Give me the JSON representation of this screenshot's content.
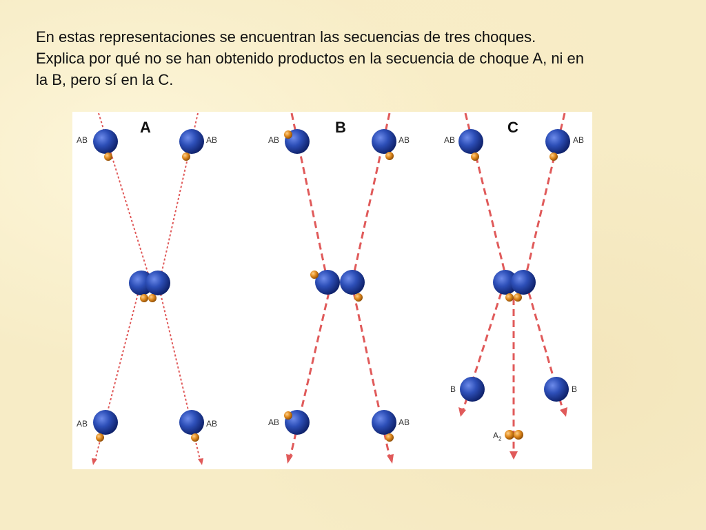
{
  "question": {
    "line1": "En estas representaciones se encuentran las secuencias de tres choques.",
    "line2": "Explica por qué no se han obtenido productos en la secuencia de choque A, ni en",
    "line3": "la B, pero sí en la C."
  },
  "diagram": {
    "panels": [
      {
        "label": "A",
        "top_left": "AB",
        "top_right": "AB",
        "bottom_left": "AB",
        "bottom_right": "AB"
      },
      {
        "label": "B",
        "top_left": "AB",
        "top_right": "AB",
        "bottom_left": "AB",
        "bottom_right": "AB"
      },
      {
        "label": "C",
        "top_left": "AB",
        "top_right": "AB",
        "bottom_left": "B",
        "bottom_right": "B",
        "bottom_center": "A",
        "bottom_center_sub": "2"
      }
    ],
    "colors": {
      "atom_a": "#2d4fb8",
      "atom_b": "#e08a1e",
      "trajectory": "#e05a5a"
    }
  }
}
